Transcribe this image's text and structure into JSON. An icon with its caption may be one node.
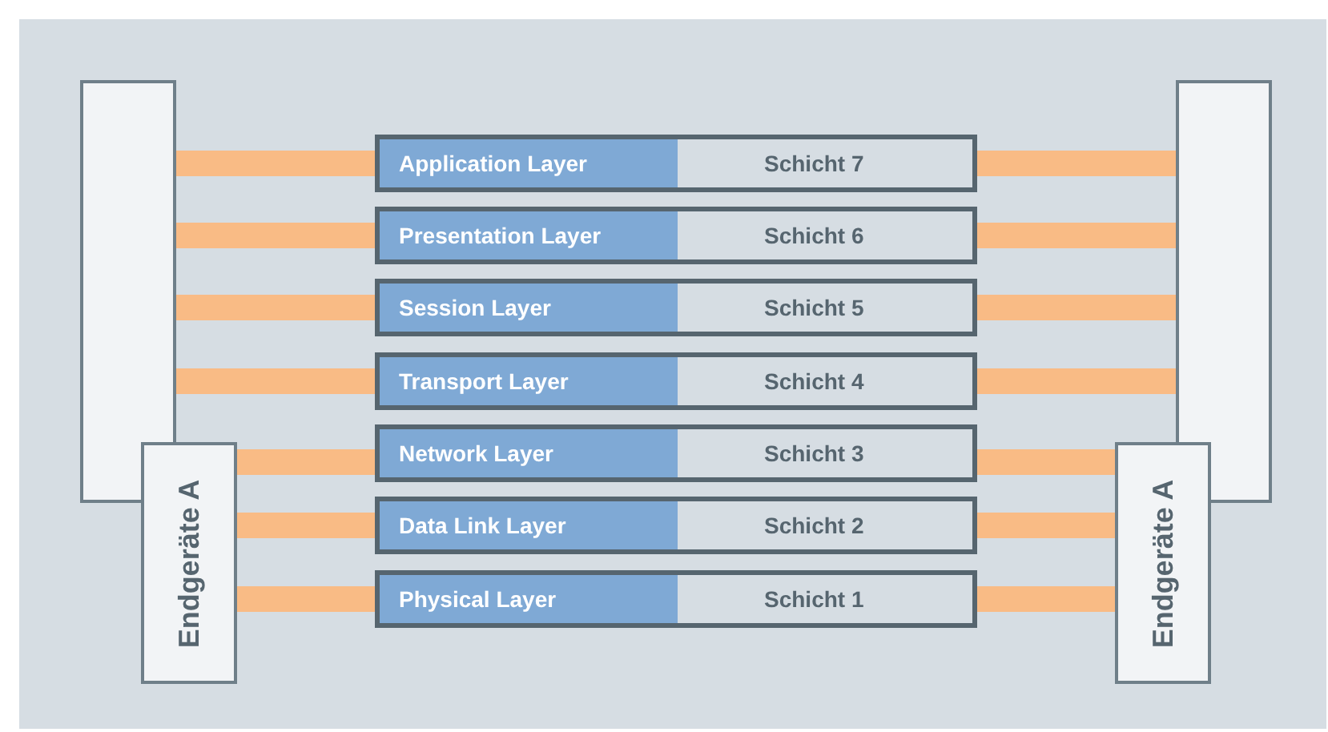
{
  "diagram": {
    "nodes": [
      {
        "text": [],
        "shape": "box"
      },
      {
        "text": [],
        "shape": "box"
      },
      {
        "text": [
          "Application Layer",
          "Schicht 7"
        ]
      },
      {
        "text": [
          "Presentation Layer",
          "Schicht 6"
        ]
      },
      {
        "text": [
          "Session Layer",
          "Schicht 5"
        ]
      },
      {
        "text": [
          "Transport Layer",
          "Schicht 4"
        ]
      },
      {
        "text": [
          "Network Layer",
          "Schicht 3"
        ]
      },
      {
        "text": [
          "Data Link Layer",
          "Schicht 2"
        ]
      },
      {
        "text": [
          "Physical Layer",
          "Schicht 1"
        ]
      },
      {
        "text": [
          "Endgeräte A"
        ]
      },
      {
        "text": [
          "Endgeräte A"
        ]
      }
    ],
    "edges": [
      {
        "from": 0,
        "to": 2,
        "arrow": "none"
      },
      {
        "from": 2,
        "to": 1,
        "arrow": "none"
      },
      {
        "from": 0,
        "to": 3,
        "arrow": "none"
      },
      {
        "from": 3,
        "to": 1,
        "arrow": "none"
      },
      {
        "from": 0,
        "to": 4,
        "arrow": "none"
      },
      {
        "from": 4,
        "to": 1,
        "arrow": "none"
      },
      {
        "from": 0,
        "to": 5,
        "arrow": "none"
      },
      {
        "from": 5,
        "to": 1,
        "arrow": "none"
      },
      {
        "from": 9,
        "to": 6,
        "arrow": "none"
      },
      {
        "from": 6,
        "to": 10,
        "arrow": "none"
      },
      {
        "from": 9,
        "to": 7,
        "arrow": "none"
      },
      {
        "from": 7,
        "to": 10,
        "arrow": "none"
      },
      {
        "from": 9,
        "to": 8,
        "arrow": "none"
      },
      {
        "from": 8,
        "to": 10,
        "arrow": "none"
      }
    ]
  }
}
